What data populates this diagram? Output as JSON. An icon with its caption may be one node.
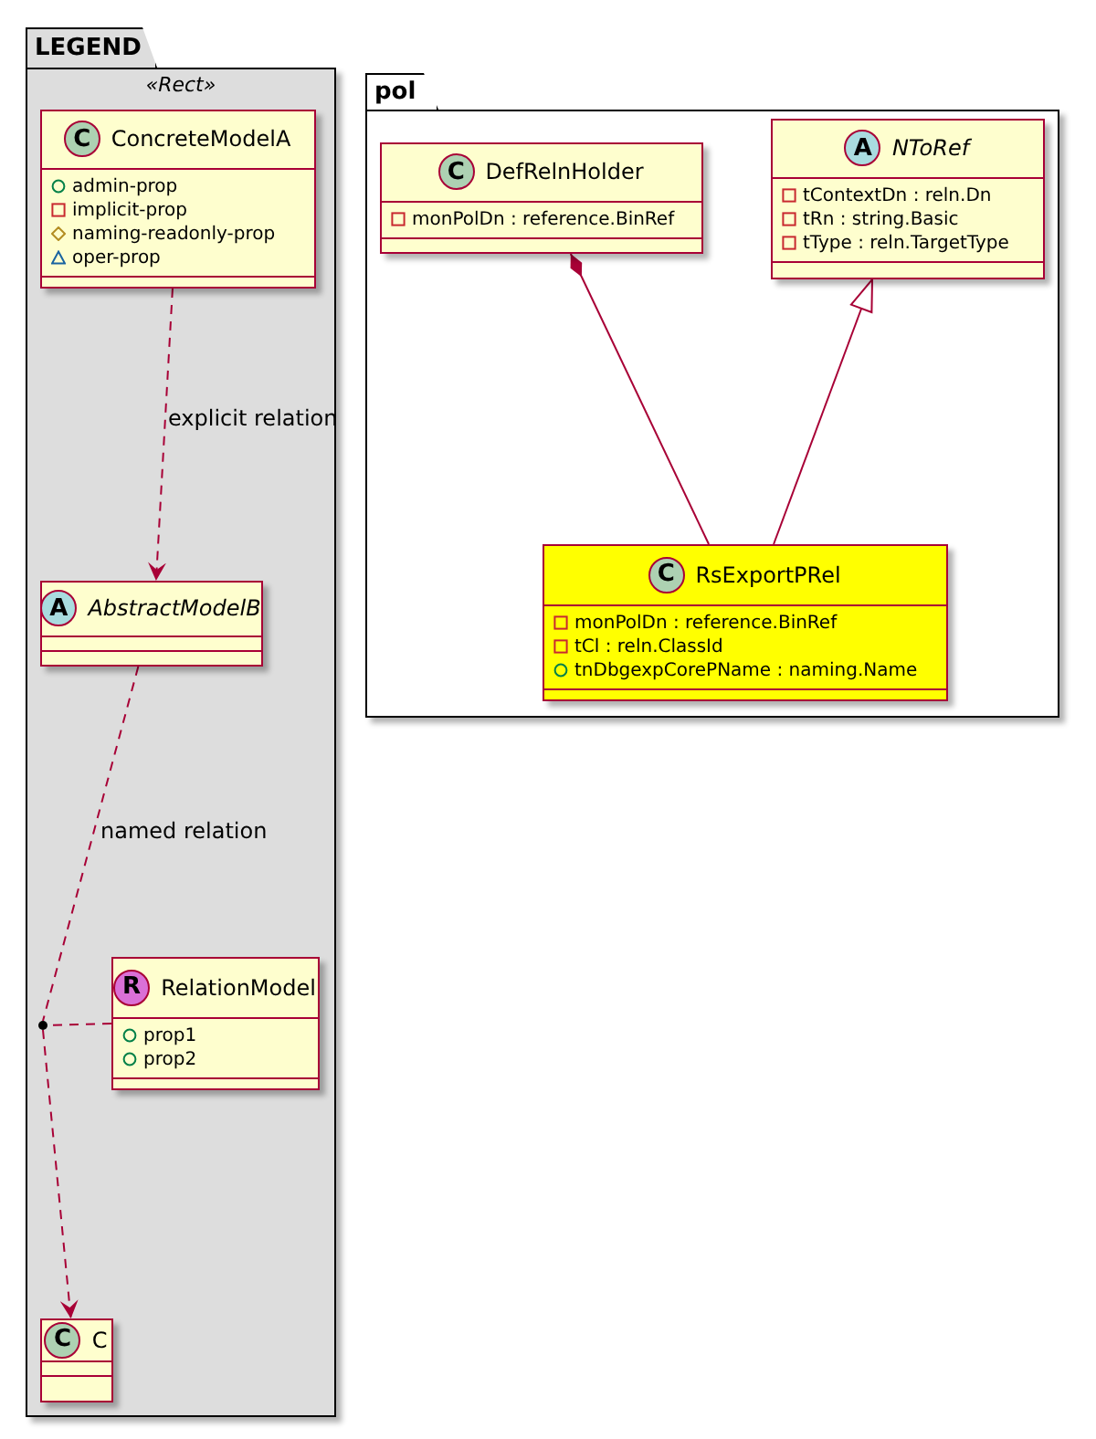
{
  "diagram": {
    "nodes": [
      {
        "text": [
          "LEGEND",
          "«Rect»"
        ]
      },
      {
        "text": [
          "C",
          "ConcreteModelA",
          "admin-prop",
          "implicit-prop",
          "naming-readonly-prop",
          "oper-prop"
        ],
        "in": 0
      },
      {
        "text": [
          "A",
          "AbstractModelB"
        ],
        "in": 0
      },
      {
        "text": [
          "R",
          "RelationModel",
          "prop1",
          "prop2"
        ],
        "in": 0
      },
      {
        "text": [],
        "shape": "circle",
        "in": 0
      },
      {
        "text": [
          "C",
          "C"
        ],
        "in": 0
      },
      {
        "text": [
          "pol"
        ]
      },
      {
        "text": [
          "C",
          "DefRelnHolder",
          "monPolDn : reference.BinRef"
        ],
        "in": 6
      },
      {
        "text": [
          "A",
          "NToRef",
          "tContextDn : reln.Dn",
          "tRn : string.Basic",
          "tType : reln.TargetType"
        ],
        "in": 6
      },
      {
        "text": [
          "C",
          "RsExportPRel",
          "monPolDn : reference.BinRef",
          "tCl : reln.ClassId",
          "tnDbgexpCorePName : naming.Name"
        ],
        "in": 6
      }
    ],
    "edges": [
      {
        "from": 1,
        "to": 2,
        "arrow": "to",
        "style": "dashed",
        "label": "explicit relation"
      },
      {
        "from": 2,
        "to": 4,
        "arrow": "none",
        "style": "dashed",
        "label": "named relation"
      },
      {
        "from": 4,
        "to": 5,
        "arrow": "to",
        "style": "dashed"
      },
      {
        "from": 3,
        "to": 4,
        "arrow": "none",
        "style": "dashed"
      },
      {
        "from": 7,
        "to": 9,
        "arrow": "other"
      },
      {
        "from": 9,
        "to": 8,
        "arrow": "to"
      }
    ]
  }
}
